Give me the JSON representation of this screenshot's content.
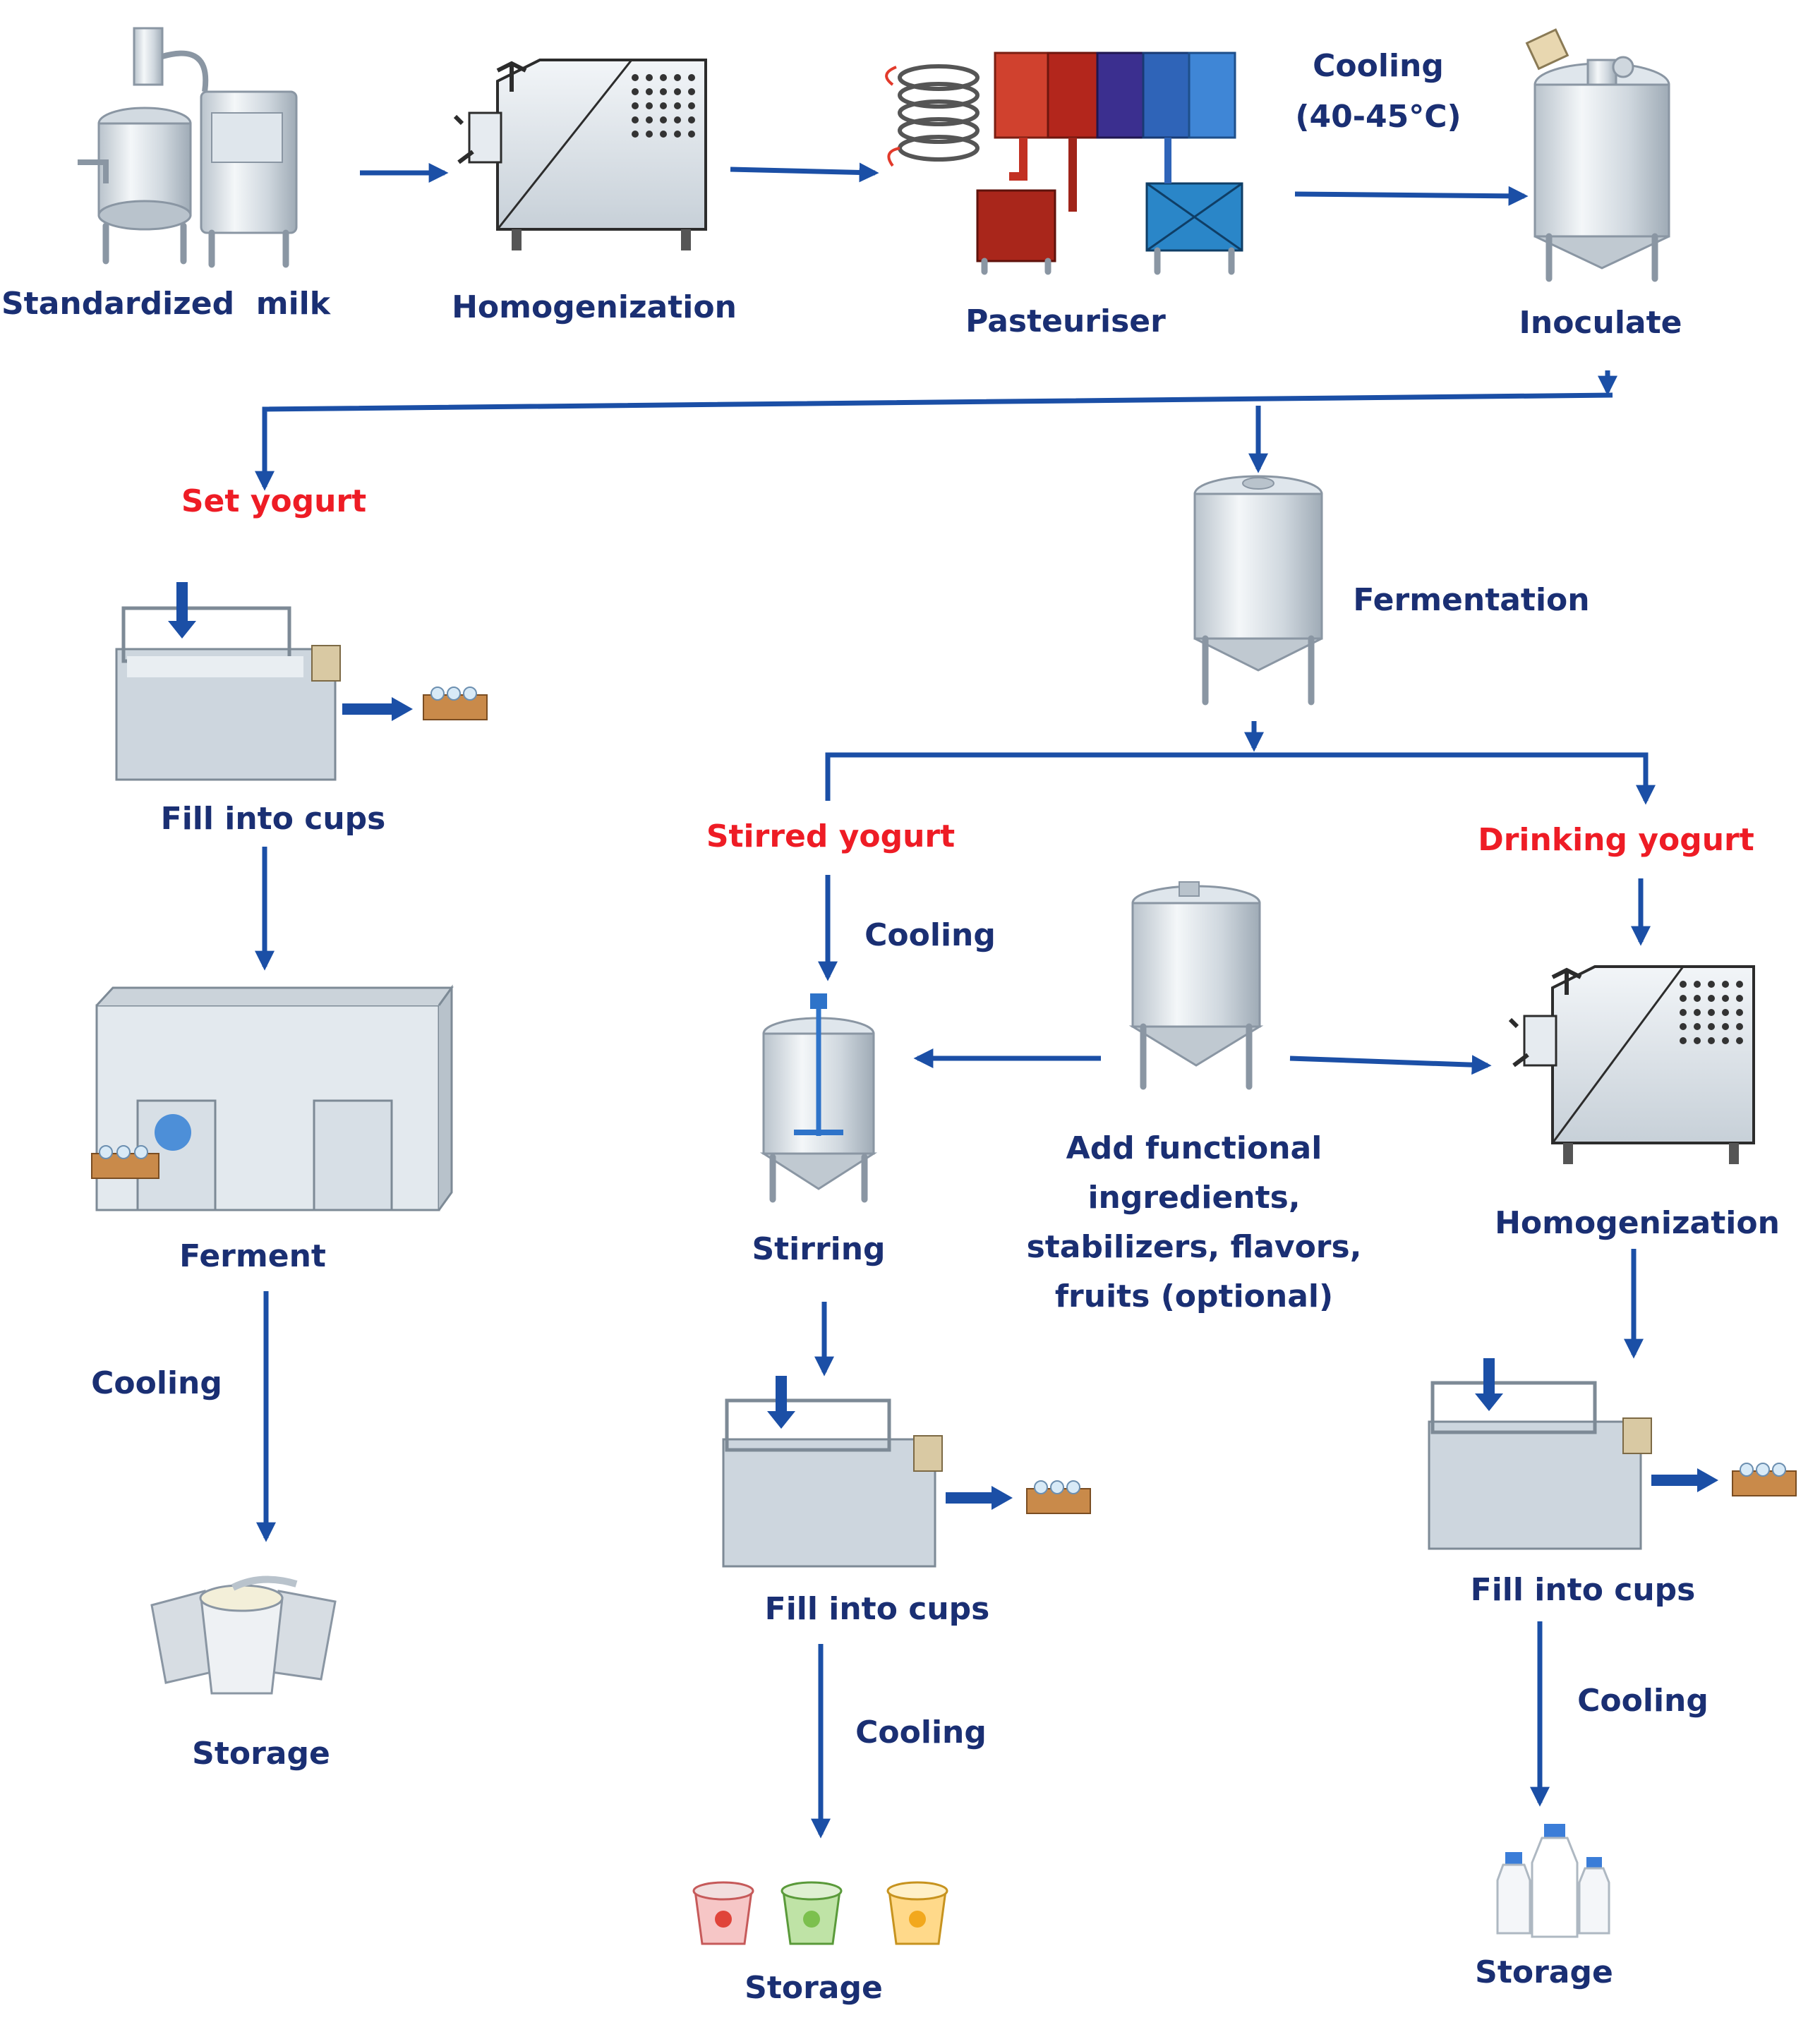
{
  "colors": {
    "label": "#1a2f73",
    "category": "#ee1c25",
    "arrow": "#1b4fa6"
  },
  "top_row": {
    "standardized_milk": "Standardized  milk",
    "homogenization": "Homogenization",
    "pasteuriser": "Pasteuriser",
    "cooling_line1": "Cooling",
    "cooling_line2": "(40-45°C)",
    "inoculate": "Inoculate"
  },
  "set_branch": {
    "title": "Set yogurt",
    "fill_into_cups": "Fill into cups",
    "ferment": "Ferment",
    "cooling": "Cooling",
    "storage": "Storage"
  },
  "fermentation": "Fermentation",
  "stirred_branch": {
    "title": "Stirred yogurt",
    "cooling_1": "Cooling",
    "stirring": "Stirring",
    "fill_into_cups": "Fill into cups",
    "cooling_2": "Cooling",
    "storage": "Storage"
  },
  "additives": {
    "line1": "Add functional",
    "line2": "ingredients,",
    "line3": "stabilizers, flavors,",
    "line4": "fruits (optional)"
  },
  "drinking_branch": {
    "title": "Drinking yogurt",
    "homogenization": "Homogenization",
    "fill_into_cups": "Fill into cups",
    "cooling": "Cooling",
    "storage": "Storage"
  },
  "icons": [
    "standardizer-machine-icon",
    "homogenizer-icon",
    "pasteuriser-icon",
    "inoculation-tank-icon",
    "fermentation-tank-icon",
    "cup-filler-icon",
    "fermenting-room-icon",
    "yogurt-cups-icon",
    "stirring-tank-icon",
    "ingredient-tank-icon",
    "flavored-cups-icon",
    "milk-bottles-icon"
  ]
}
